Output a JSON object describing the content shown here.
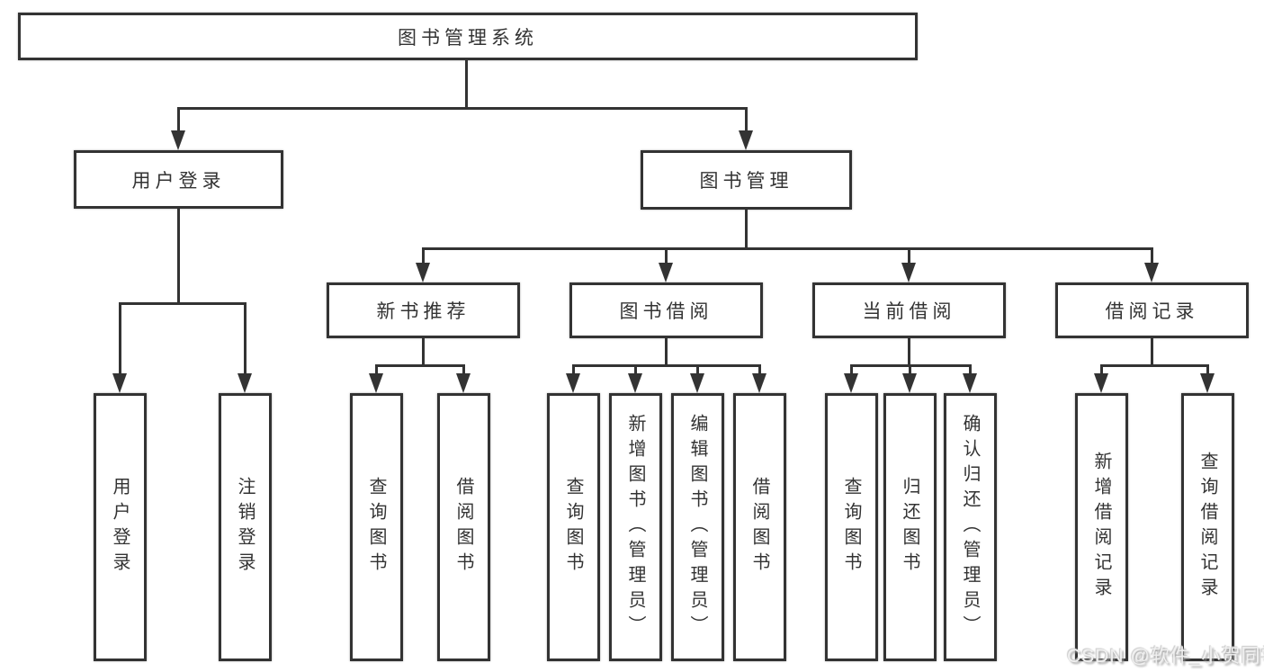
{
  "tree": {
    "root": "图书管理系统",
    "branches": {
      "login": {
        "label": "用户登录",
        "children": [
          "用户登录",
          "注销登录"
        ]
      },
      "mgmt": {
        "label": "图书管理",
        "sections": [
          {
            "label": "新书推荐",
            "children": [
              "查询图书",
              "借阅图书"
            ]
          },
          {
            "label": "图书借阅",
            "children": [
              "查询图书",
              "新增图书（管理员）",
              "编辑图书（管理员）",
              "借阅图书"
            ]
          },
          {
            "label": "当前借阅",
            "children": [
              "查询图书",
              "归还图书",
              "确认归还（管理员）"
            ]
          },
          {
            "label": "借阅记录",
            "children": [
              "新增借阅记录",
              "查询借阅记录"
            ]
          }
        ]
      }
    }
  },
  "watermark": "CSDN @软件_小贺同学",
  "colors": {
    "line": "#333333",
    "text": "#333333",
    "background": "#ffffff",
    "watermark": "#f0f0f0"
  }
}
